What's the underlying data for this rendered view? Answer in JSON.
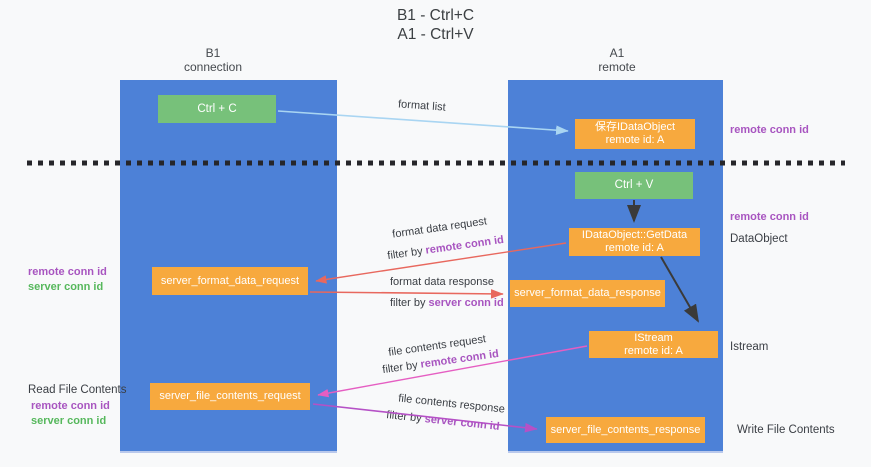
{
  "title": {
    "line1": "B1 - Ctrl+C",
    "line2": "A1 - Ctrl+V"
  },
  "lifelines": {
    "b1": {
      "name": "B1",
      "role": "connection"
    },
    "a1": {
      "name": "A1",
      "role": "remote"
    }
  },
  "boxes": {
    "ctrl_c": {
      "label": "Ctrl + C"
    },
    "ctrl_v": {
      "label": "Ctrl + V"
    },
    "save_dataobject": {
      "line1": "保存IDataObject",
      "line2": "remote id: A"
    },
    "getdata": {
      "line1": "IDataObject::GetData",
      "line2": "remote id: A"
    },
    "istream": {
      "line1": "IStream",
      "line2": "remote id: A"
    },
    "server_format_data_request": {
      "label": "server_format_data_request"
    },
    "server_format_data_response": {
      "label": "server_format_data_response"
    },
    "server_file_contents_request": {
      "label": "server_file_contents_request"
    },
    "server_file_contents_response": {
      "label": "server_file_contents_response"
    }
  },
  "flow_labels": {
    "format_list": "format list",
    "format_data_request": "format data request",
    "format_data_response": "format data response",
    "file_contents_request": "file contents request",
    "file_contents_response": "file contents response",
    "filter_by": "filter by ",
    "remote_conn_id": "remote conn id",
    "server_conn_id": "server conn id"
  },
  "annotations": {
    "remote_conn_id": "remote conn id",
    "server_conn_id": "server conn id",
    "dataobject": "DataObject",
    "istream": "Istream",
    "read_file_contents": "Read File Contents",
    "write_file_contents": "Write File Contents"
  },
  "colors": {
    "lifeline_blue": "#4d81d7",
    "box_orange": "#f7a93e",
    "box_green": "#77c17a",
    "accent_purple": "#a855c0",
    "accent_green": "#56b85c",
    "arrow_light_blue": "#a9d5f2",
    "arrow_red": "#e8685e",
    "arrow_pink": "#e55ec2",
    "arrow_violet": "#b551c6",
    "arrow_black": "#3a3a3a",
    "dashed_line": "#26262a"
  }
}
